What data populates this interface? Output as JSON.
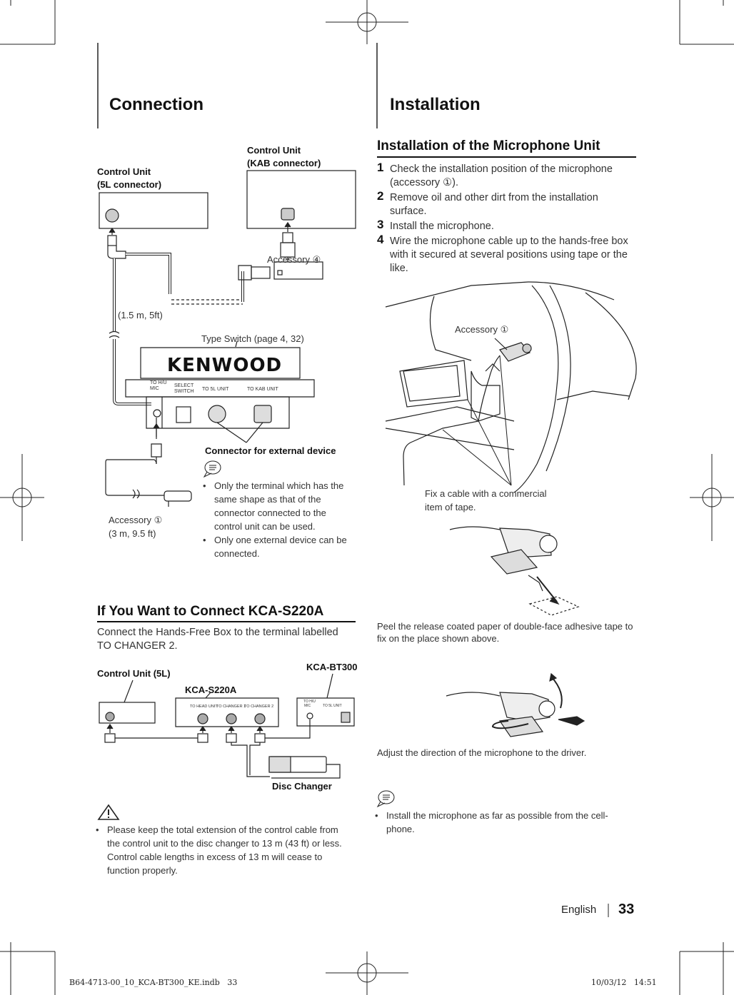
{
  "headers": {
    "connection": "Connection",
    "installation": "Installation"
  },
  "connection": {
    "cu_5l": [
      "Control Unit",
      "(5L connector)"
    ],
    "cu_kab": [
      "Control Unit",
      "(KAB connector)"
    ],
    "accessory4": "Accessory ④",
    "cable_length": "(1.5 m, 5ft)",
    "type_switch": "Type Switch (page 4, 32)",
    "brand": "KENWOOD",
    "port_labels": [
      "TO H/U",
      "MIC",
      "SELECT",
      "SWITCH",
      "TO 5L UNIT",
      "TO KAB UNIT"
    ],
    "connector_ext": "Connector for external device",
    "notes": [
      "Only the terminal which has the same shape as that of the connector connected to the control unit can be used.",
      "Only one external device can be connected."
    ],
    "accessory1": [
      "Accessory ①",
      "(3 m, 9.5 ft)"
    ]
  },
  "kca": {
    "title": "If You Want to Connect KCA-S220A",
    "intro": "Connect the Hands-Free Box to the terminal labelled TO CHANGER 2.",
    "cu5l": "Control Unit (5L)",
    "kca_s220a": "KCA-S220A",
    "kca_bt300": "KCA-BT300",
    "disc_changer": "Disc Changer",
    "box_ports": [
      "TO HEAD UNIT",
      "TO CHANGER 1",
      "TO CHANGER 2"
    ],
    "bt_ports": [
      "TO H/U",
      "MIC",
      "TO 5L UNIT"
    ],
    "warning": "Please keep the total extension of the control cable from the control unit to the disc changer to 13 m (43 ft) or less. Control cable lengths in excess of 13 m will cease to function properly."
  },
  "install": {
    "title": "Installation of the Microphone Unit",
    "steps": [
      {
        "n": "1",
        "text": "Check the installation position of the microphone (accessory ①)."
      },
      {
        "n": "2",
        "text": "Remove oil and other dirt from the installation surface."
      },
      {
        "n": "3",
        "text": "Install the microphone."
      },
      {
        "n": "4",
        "text": "Wire the microphone cable up to the hands-free box with it secured at several positions using tape or the like."
      }
    ],
    "accessory1": "Accessory ①",
    "fix_cable": [
      "Fix a cable with a commercial",
      "item of tape."
    ],
    "peel": "Peel the release coated paper of double-face adhesive tape to fix on the place shown above.",
    "adjust": "Adjust the direction of the microphone to the driver.",
    "note": "Install the microphone as far as possible from the cell-phone."
  },
  "footer": {
    "language": "English",
    "page": "33",
    "slug_left": "B64-4713-00_10_KCA-BT300_KE.indb   33",
    "slug_right": "10/03/12   14:51"
  }
}
